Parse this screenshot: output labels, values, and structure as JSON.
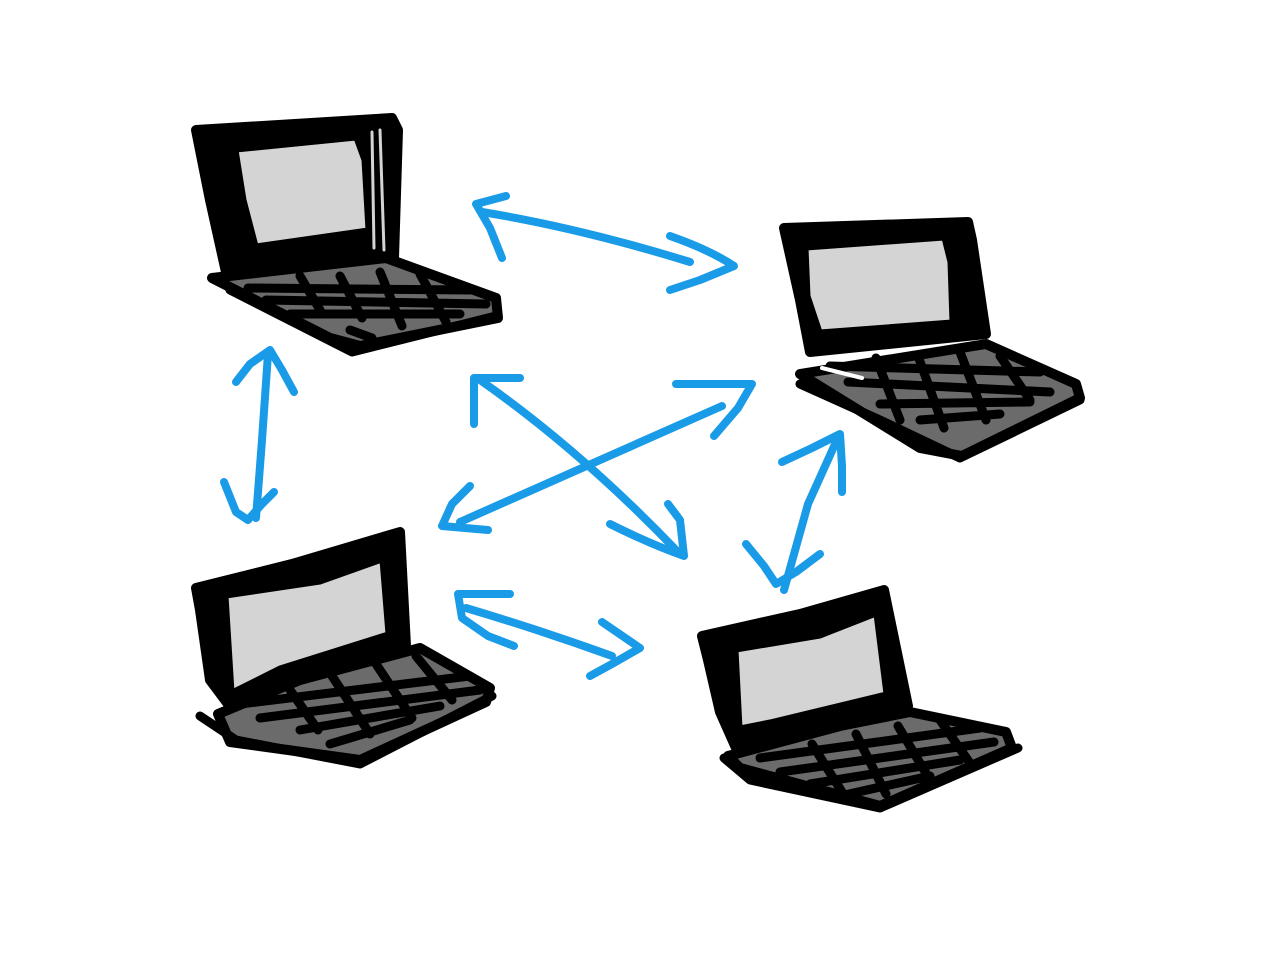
{
  "diagram": {
    "description_free": true,
    "nodes": [
      {
        "id": "laptop-top-left",
        "icon": "laptop-icon"
      },
      {
        "id": "laptop-top-right",
        "icon": "laptop-icon"
      },
      {
        "id": "laptop-bottom-left",
        "icon": "laptop-icon"
      },
      {
        "id": "laptop-bottom-right",
        "icon": "laptop-icon"
      }
    ],
    "edges": [
      {
        "from": "laptop-top-left",
        "to": "laptop-top-right",
        "direction": "both"
      },
      {
        "from": "laptop-top-left",
        "to": "laptop-bottom-left",
        "direction": "both"
      },
      {
        "from": "laptop-top-left",
        "to": "laptop-bottom-right",
        "direction": "both"
      },
      {
        "from": "laptop-top-right",
        "to": "laptop-bottom-left",
        "direction": "both"
      },
      {
        "from": "laptop-top-right",
        "to": "laptop-bottom-right",
        "direction": "both"
      },
      {
        "from": "laptop-bottom-left",
        "to": "laptop-bottom-right",
        "direction": "both"
      }
    ],
    "colors": {
      "background": "#ffffff",
      "outline": "#000000",
      "screen": "#d4d4d4",
      "keyboard": "#6b6b6b",
      "arrow": "#1a9be8"
    }
  }
}
